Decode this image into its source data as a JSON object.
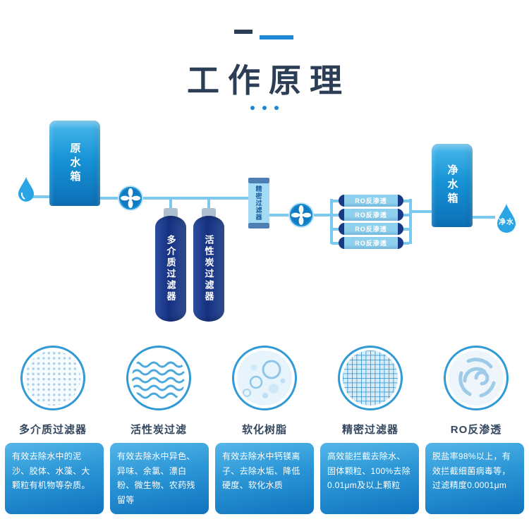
{
  "header": {
    "title": "工作原理"
  },
  "diagram": {
    "raw_tank_label": "原水箱",
    "clean_tank_label": "净水箱",
    "clean_water_label": "净水",
    "multi_media_filter_label": "多介质过滤器",
    "carbon_filter_label": "活性炭过滤器",
    "precision_filter_label": "精密过滤器",
    "ro_membrane_label": "RO反渗透"
  },
  "colors": {
    "accent_blue": "#1e87d5",
    "dark_navy": "#2c3e55",
    "pipe_blue": "#7ac9ee",
    "tank_blue": "#1793d6",
    "cylinder_navy": "#16307f"
  },
  "features": [
    {
      "name": "多介质过滤器",
      "icon": "dots-pattern-icon",
      "desc": "有效去除水中的泥沙、胶体、水藻、大颗粒有机物等杂质。"
    },
    {
      "name": "活性炭过滤",
      "icon": "waves-pattern-icon",
      "desc": "有效去除水中异色、异味、余氯、漂白粉、微生物、农药残留等"
    },
    {
      "name": "软化树脂",
      "icon": "bubbles-pattern-icon",
      "desc": "有效去除水中钙镁离子、去除水垢、降低硬度、软化水质"
    },
    {
      "name": "精密过滤器",
      "icon": "mesh-pattern-icon",
      "desc": "高效能拦截去除水、固体颗粒、100%去除0.01μm及以上颗粒"
    },
    {
      "name": "RO反渗透",
      "icon": "swirl-pattern-icon",
      "desc": "脱盐率98%以上，有效拦截细菌病毒等，过滤精度0.0001μm"
    }
  ]
}
